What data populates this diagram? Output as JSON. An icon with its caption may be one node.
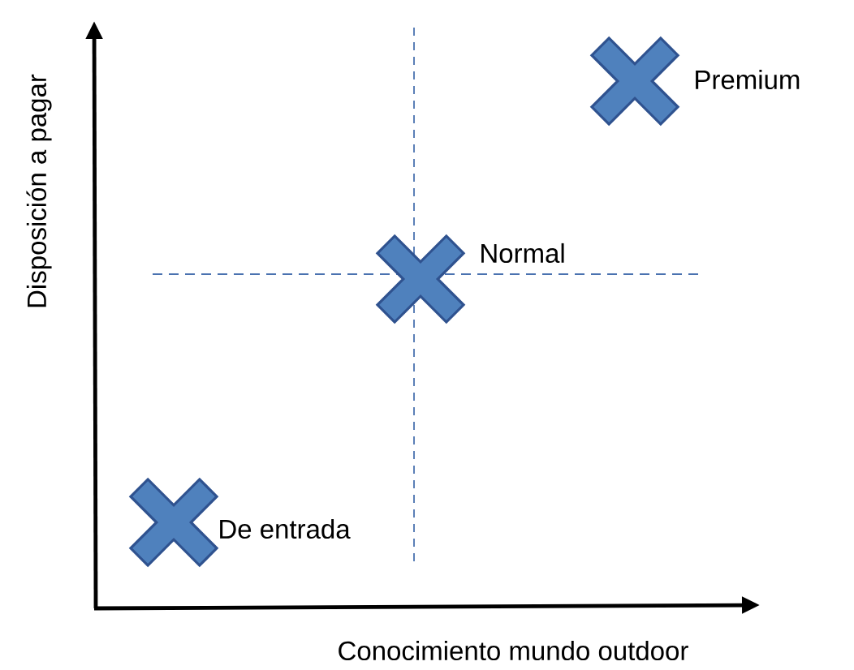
{
  "diagram": {
    "nodes": [
      {
        "text": [],
        "shape": "cross",
        "beside": [
          "Premium"
        ]
      },
      {
        "text": [],
        "shape": "cross",
        "beside": [
          "Normal"
        ]
      },
      {
        "text": [],
        "shape": "cross",
        "beside": [
          "De entrada"
        ]
      }
    ],
    "labels": [
      "Disposición a pagar",
      "Conocimiento mundo outdoor"
    ]
  }
}
